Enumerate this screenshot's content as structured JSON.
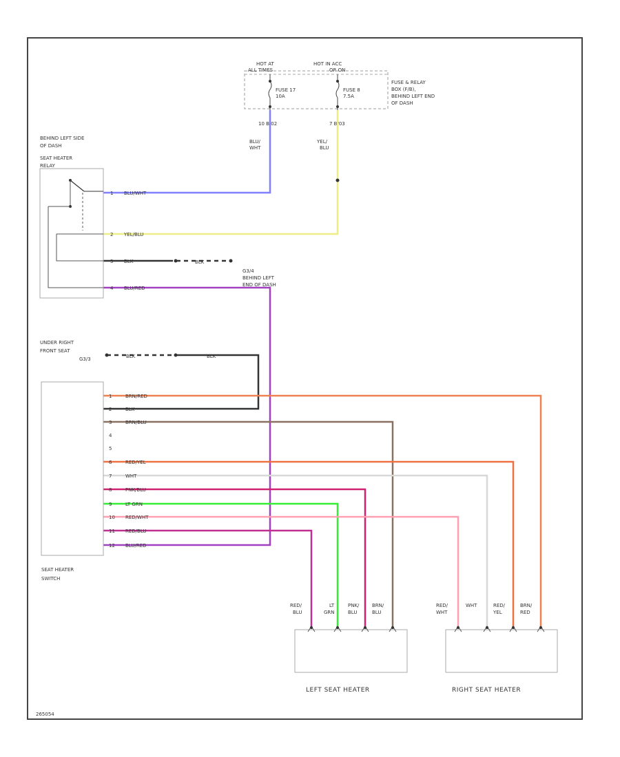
{
  "colors": {
    "blu_wht": "#7f7fff",
    "yel_blu": "#eeee88",
    "blk": "#333333",
    "blu_red": "#a040c0",
    "brn_red": "#f08050",
    "brn_blu": "#8a7060",
    "red_yel": "#f07040",
    "wht": "#d8d8d8",
    "pnk_blu": "#d02070",
    "lt_grn": "#33ee33",
    "red_wht": "#ff9fb0",
    "red_blu": "#c03090",
    "frame": "#444444"
  },
  "fuse_box": {
    "hot_at_all": [
      "HOT AT",
      "ALL TIMES"
    ],
    "hot_in_acc": [
      "HOT IN ACC",
      "OR ON"
    ],
    "fuse17": [
      "FUSE 17",
      "10A"
    ],
    "fuse8": [
      "FUSE 8",
      "7.5A"
    ],
    "desc": [
      "FUSE & RELAY",
      "BOX (F/B),",
      "BEHIND LEFT END",
      "OF DASH"
    ],
    "conn_left": "10  B/02",
    "conn_right": "7  B/03",
    "wire_left": [
      "BLU/",
      "WHT"
    ],
    "wire_right": [
      "YEL/",
      "BLU"
    ]
  },
  "relay": {
    "desc": [
      "BEHIND LEFT SIDE",
      "OF DASH",
      "SEAT HEATER",
      "RELAY"
    ],
    "pins": [
      {
        "num": "1",
        "wire": "BLU/WHT"
      },
      {
        "num": "2",
        "wire": "YEL/BLU"
      },
      {
        "num": "3",
        "wire": "BLK"
      },
      {
        "num": "4",
        "wire": "BLU/RED"
      }
    ]
  },
  "grounds": {
    "g_relay_wire": "BLK",
    "g_relay_label": [
      "G3/4",
      "BEHIND LEFT",
      "END OF DASH"
    ],
    "g_switch_label": [
      "UNDER RIGHT",
      "FRONT SEAT",
      "G3/3"
    ],
    "g_switch_wire1": "BLK",
    "g_switch_wire2": "BLK"
  },
  "switch": {
    "caption": [
      "SEAT HEATER",
      "SWITCH"
    ],
    "pins": [
      {
        "num": "1",
        "wire": "BRN/RED"
      },
      {
        "num": "2",
        "wire": "BLK"
      },
      {
        "num": "3",
        "wire": "BRN/BLU"
      },
      {
        "num": "4",
        "wire": ""
      },
      {
        "num": "5",
        "wire": ""
      },
      {
        "num": "6",
        "wire": "RED/YEL"
      },
      {
        "num": "7",
        "wire": "WHT"
      },
      {
        "num": "8",
        "wire": "PNK/BLU"
      },
      {
        "num": "9",
        "wire": "LT GRN"
      },
      {
        "num": "10",
        "wire": "RED/WHT"
      },
      {
        "num": "11",
        "wire": "RED/BLU"
      },
      {
        "num": "12",
        "wire": "BLU/RED"
      }
    ]
  },
  "left_heater": {
    "caption": "LEFT SEAT HEATER",
    "wires": [
      [
        "RED/",
        "BLU"
      ],
      [
        "LT",
        "GRN"
      ],
      [
        "PNK/",
        "BLU"
      ],
      [
        "BRN/",
        "BLU"
      ]
    ]
  },
  "right_heater": {
    "caption": "RIGHT SEAT HEATER",
    "wires": [
      [
        "RED/",
        "WHT"
      ],
      [
        "WHT"
      ],
      [
        "RED/",
        "YEL"
      ],
      [
        "BRN/",
        "RED"
      ]
    ]
  },
  "figure_id": "265054"
}
